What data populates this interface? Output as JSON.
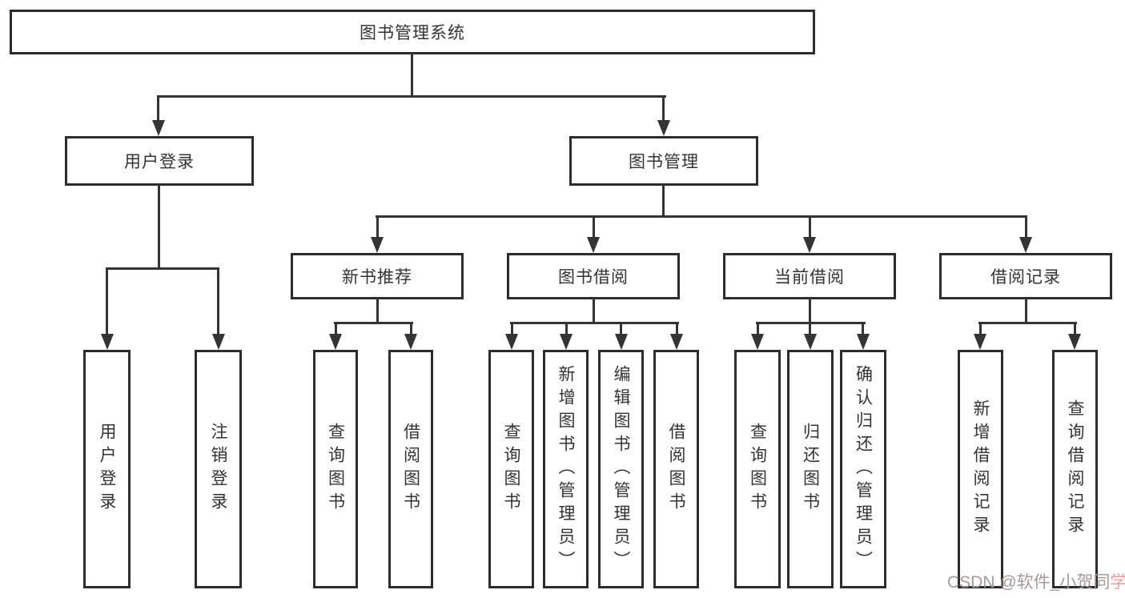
{
  "nodes": {
    "root": {
      "label": "图书管理系统"
    },
    "user_login": {
      "label": "用户登录"
    },
    "book_management": {
      "label": "图书管理"
    },
    "new_book_recommend": {
      "label": "新书推荐"
    },
    "book_borrow": {
      "label": "图书借阅"
    },
    "current_borrow": {
      "label": "当前借阅"
    },
    "borrow_records": {
      "label": "借阅记录"
    }
  },
  "leaves": {
    "login": [
      "用户登录",
      "注销登录"
    ],
    "recommend": [
      "查询图书",
      "借阅图书"
    ],
    "borrow": [
      "查询图书",
      "新增图书（管理员）",
      "编辑图书（管理员）",
      "借阅图书"
    ],
    "current": [
      "查询图书",
      "归还图书",
      "确认归还（管理员）"
    ],
    "records": [
      "新增借阅记录",
      "查询借阅记录"
    ]
  },
  "watermark": {
    "main": "CSDN @软件_小贺同",
    "accent": "学"
  },
  "colors": {
    "line": "#343434",
    "border": "#2d2d2d",
    "text": "#333333",
    "background": "#ffffff",
    "watermark_main": "#a39a9b",
    "watermark_accent": "#ec9b9b"
  }
}
